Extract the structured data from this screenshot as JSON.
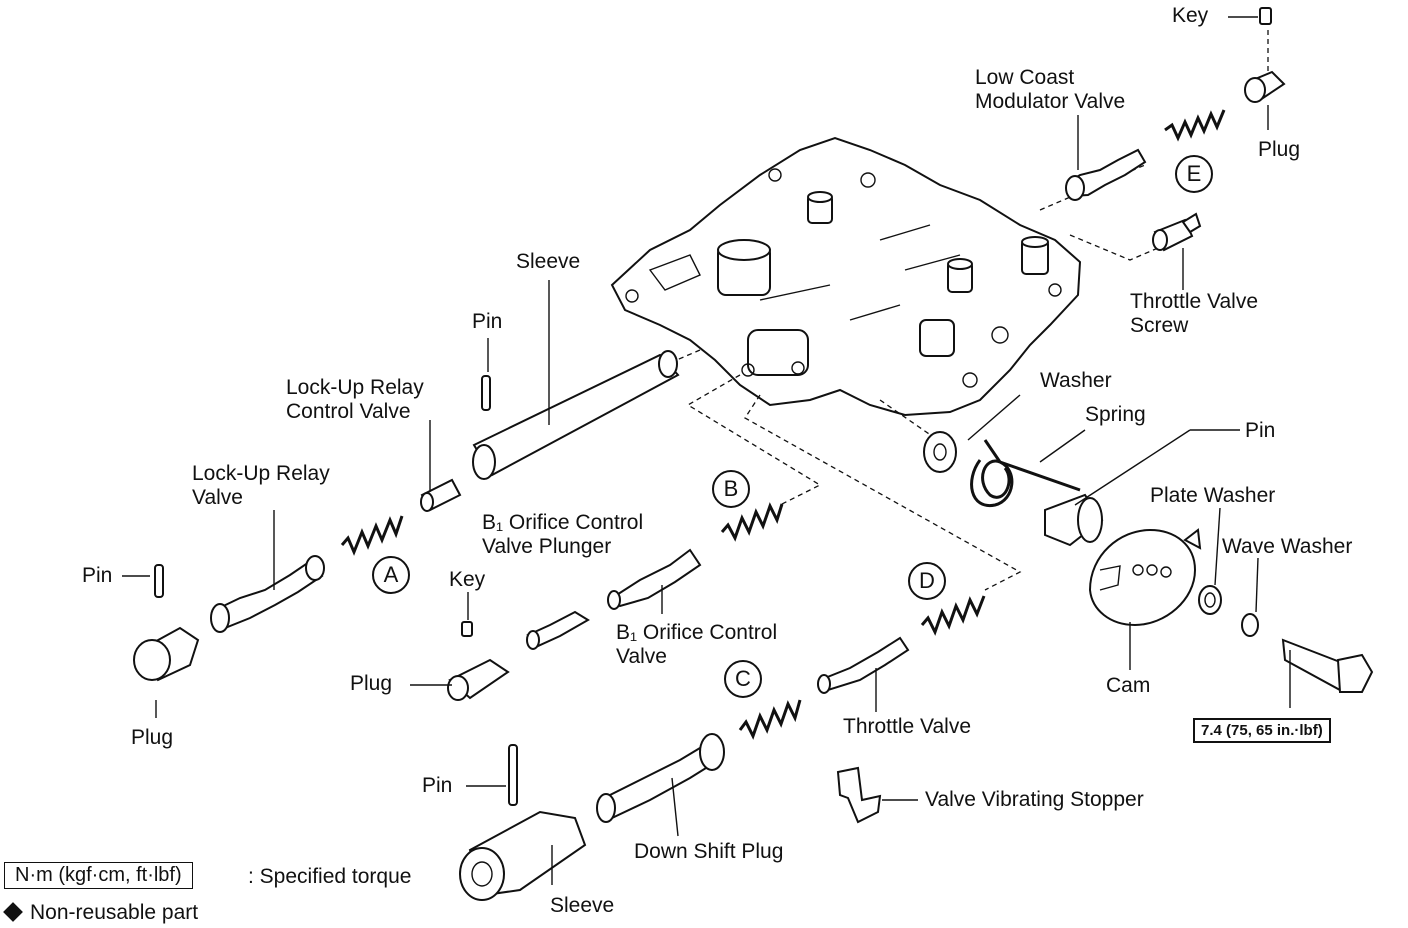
{
  "labels": {
    "key_top": "Key",
    "low_coast": "Low Coast\nModulator Valve",
    "plug_top": "Plug",
    "sleeve_top": "Sleeve",
    "throttle_valve_screw": "Throttle Valve\nScrew",
    "pin_upper": "Pin",
    "lockup_relay_control": "Lock-Up Relay\nControl Valve",
    "washer": "Washer",
    "spring": "Spring",
    "pin_right": "Pin",
    "lockup_relay_valve": "Lock-Up Relay\nValve",
    "b1_orifice_plunger": "B₁ Orifice Control\nValve Plunger",
    "plate_washer": "Plate Washer",
    "wave_washer": "Wave Washer",
    "pin_left": "Pin",
    "key_mid": "Key",
    "b1_orifice_valve": "B₁ Orifice Control\nValve",
    "plug_mid": "Plug",
    "cam": "Cam",
    "plug_left": "Plug",
    "throttle_valve": "Throttle Valve",
    "pin_bottom": "Pin",
    "valve_vibrating_stopper": "Valve Vibrating Stopper",
    "down_shift_plug": "Down Shift Plug",
    "sleeve_bottom": "Sleeve"
  },
  "callouts": {
    "a": "A",
    "b": "B",
    "c": "C",
    "d": "D",
    "e": "E"
  },
  "torque": "7.4 (75, 65 in.·lbf)",
  "legend": {
    "torque_unit": "N·m (kgf·cm, ft·lbf)",
    "torque_text": ": Specified torque",
    "nonreusable_text": "Non-reusable part"
  }
}
